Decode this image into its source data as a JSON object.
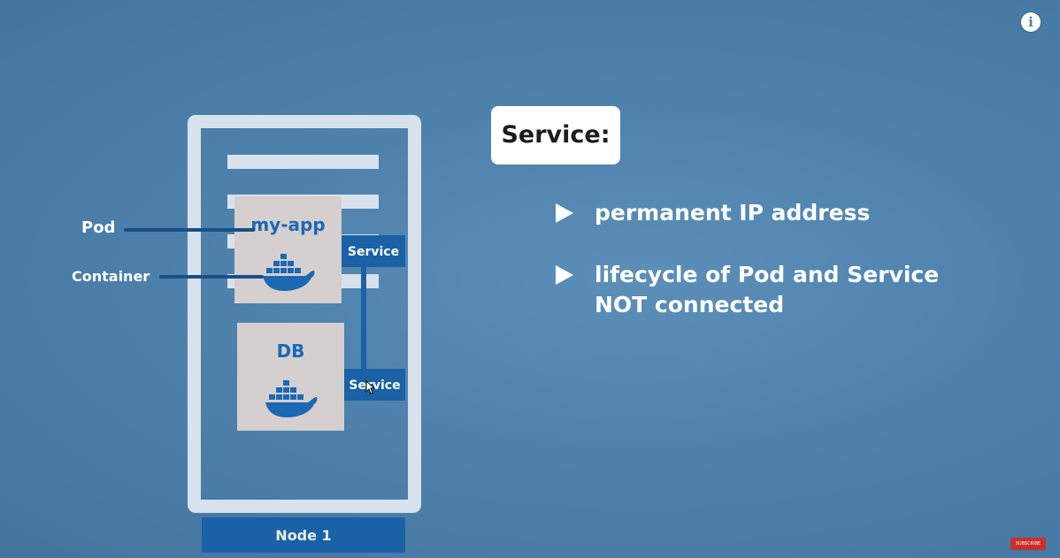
{
  "info": {
    "glyph": "i"
  },
  "diagram": {
    "node_label": "Node 1",
    "pods": [
      {
        "title": "my-app"
      },
      {
        "title": "DB"
      }
    ],
    "services": [
      {
        "label": "Service"
      },
      {
        "label": "Service"
      }
    ],
    "labels": {
      "pod": "Pod",
      "container": "Container"
    }
  },
  "slide": {
    "heading": "Service:",
    "bullets": [
      {
        "text": "permanent IP address"
      },
      {
        "text": "lifecycle of Pod and Service\nNOT connected"
      }
    ]
  },
  "subscribe": {
    "label": "SUBSCRIBE"
  },
  "colors": {
    "background": "#4e82ad",
    "node_frame": "#d8e2ec",
    "accent_blue": "#1b61a6",
    "pod_box": "#d5cfcf",
    "docker_blue": "#1d68b3"
  },
  "icons": [
    "info-icon",
    "docker-whale-icon",
    "mouse-cursor-icon",
    "play-triangle-icon"
  ]
}
